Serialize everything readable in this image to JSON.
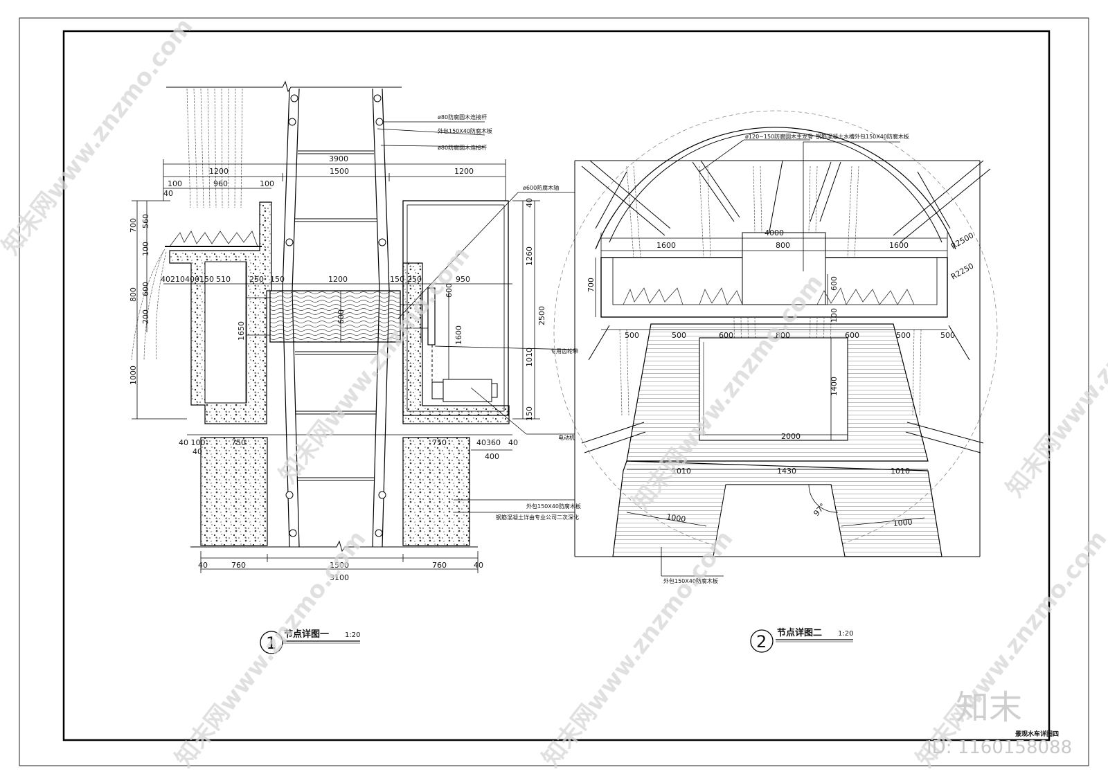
{
  "sheet": {
    "drawing_name": "景观水车详图四",
    "brand_logo": "知末",
    "image_id_text": "ID: 1160158088",
    "watermark": "知末网www.znzmo.com"
  },
  "detail1": {
    "marker": "1",
    "title": "节点详图一",
    "scale": "1:20",
    "notes": {
      "rod_top": "ø80防腐圆木连接杆",
      "cladding_top": "外包150X40防腐木板",
      "rod_bottom": "ø80防腐圆木连接杆",
      "axle": "ø600防腐木轴",
      "gear_belt": "专用齿轮带",
      "motor": "电动机",
      "cladding_bottom": "外包150X40防腐木板",
      "concrete_note": "钢筋混凝土详由专业公司二次深化"
    },
    "dims": {
      "top_total": "3900",
      "top_left": "1200",
      "top_mid": "1500",
      "top_right": "1200",
      "t100a": "100",
      "t960": "960",
      "t100b": "100",
      "t40": "40",
      "l700": "700",
      "l560": "560",
      "l100": "100",
      "l600": "600",
      "l800": "800",
      "l200": "200",
      "l1000": "1000",
      "row40_210_40_150": "40210400150",
      "r510": "510",
      "r250a": "250",
      "r150a": "150",
      "r1200": "1200",
      "r150b": "150",
      "r250b": "250",
      "r950": "950",
      "v1650": "1650",
      "v600a": "600",
      "v600b": "600",
      "v1600": "1600",
      "rv40": "40",
      "rv1260": "1260",
      "rv2500": "2500",
      "rv1010": "1010",
      "rv150": "150",
      "b40_100": "40 100",
      "b40": "40",
      "b750a": "750",
      "b750b": "750",
      "b40360": "40360",
      "b40r": "40",
      "b400": "400",
      "bot40a": "40",
      "bot760a": "760",
      "bot1500": "1500",
      "bot760b": "760",
      "bot40b": "40",
      "bot_total": "3100"
    }
  },
  "detail2": {
    "marker": "2",
    "title": "节点详图二",
    "scale": "1:20",
    "notes": {
      "main_rib": "ø120~150防腐圆木主龙骨",
      "trough": "钢筋混凝土水槽外包150X40防腐木板",
      "cladding": "外包150X40防腐木板"
    },
    "dims": {
      "top_total": "4000",
      "t1600a": "1600",
      "t800": "800",
      "t1600b": "1600",
      "r2500": "R2500",
      "r2250": "R2250",
      "l700": "700",
      "v600": "600",
      "v100": "100",
      "m500a": "500",
      "m500b": "500",
      "m600a": "600",
      "m800": "800",
      "m600b": "600",
      "m500c": "500",
      "m500d": "500",
      "v1400": "1400",
      "w2000": "2000",
      "b1010a": "1010",
      "b1430": "1430",
      "b1010b": "1010",
      "angle": "97°",
      "s1000a": "1000",
      "s1000b": "1000"
    }
  }
}
